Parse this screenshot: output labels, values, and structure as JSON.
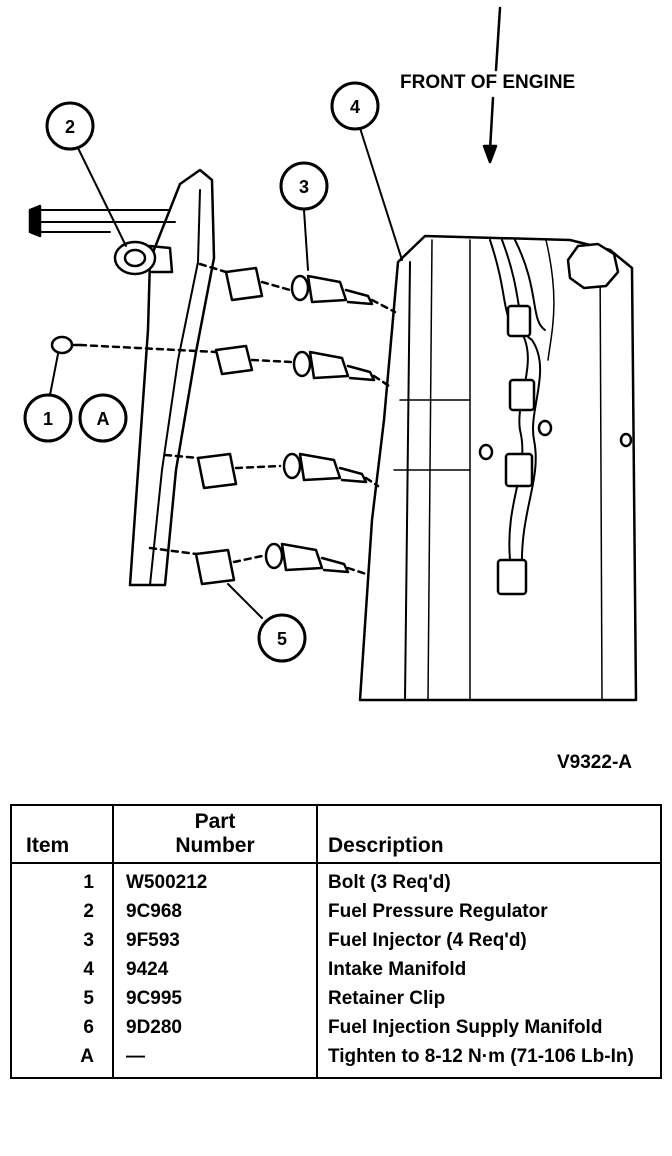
{
  "diagram": {
    "front_label": "FRONT OF ENGINE",
    "figure_id": "V9322-A",
    "callouts": [
      "1",
      "2",
      "3",
      "4",
      "5",
      "A"
    ]
  },
  "table": {
    "headers": {
      "item": "Item",
      "part_line1": "Part",
      "part_line2": "Number",
      "description": "Description"
    },
    "rows": [
      {
        "item": "1",
        "part": "W500212",
        "description": "Bolt (3 Req'd)"
      },
      {
        "item": "2",
        "part": "9C968",
        "description": "Fuel Pressure Regulator"
      },
      {
        "item": "3",
        "part": "9F593",
        "description": "Fuel Injector (4 Req'd)"
      },
      {
        "item": "4",
        "part": "9424",
        "description": "Intake Manifold"
      },
      {
        "item": "5",
        "part": "9C995",
        "description": "Retainer Clip"
      },
      {
        "item": "6",
        "part": "9D280",
        "description": "Fuel Injection Supply Manifold"
      },
      {
        "item": "A",
        "part": "—",
        "description": "Tighten to 8-12 N·m (71-106 Lb-In)"
      }
    ]
  }
}
